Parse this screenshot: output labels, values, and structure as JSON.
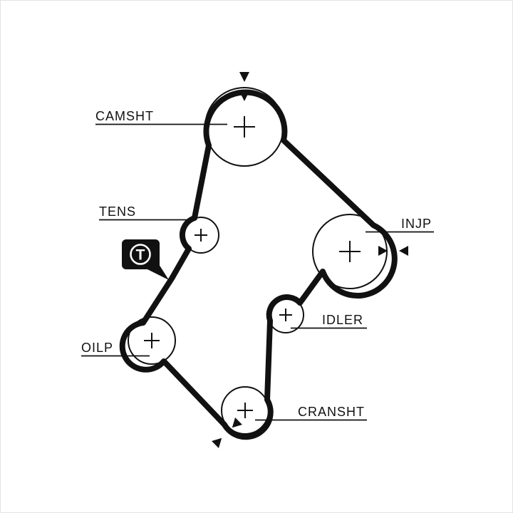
{
  "diagram": {
    "kind": "timing-belt-routing",
    "colors": {
      "belt": "#111111",
      "line": "#111111",
      "text": "#111111",
      "marker_bg": "#111111",
      "marker_fg": "#ffffff",
      "background": "#ffffff"
    },
    "marker": {
      "letter": "T"
    },
    "components": {
      "camshaft": {
        "label": "CAMSHT"
      },
      "tensioner": {
        "label": "TENS"
      },
      "injection_pump": {
        "label": "INJP"
      },
      "idler": {
        "label": "IDLER"
      },
      "oil_pump": {
        "label": "OILP"
      },
      "crankshaft": {
        "label": "CRANSHT"
      }
    }
  }
}
